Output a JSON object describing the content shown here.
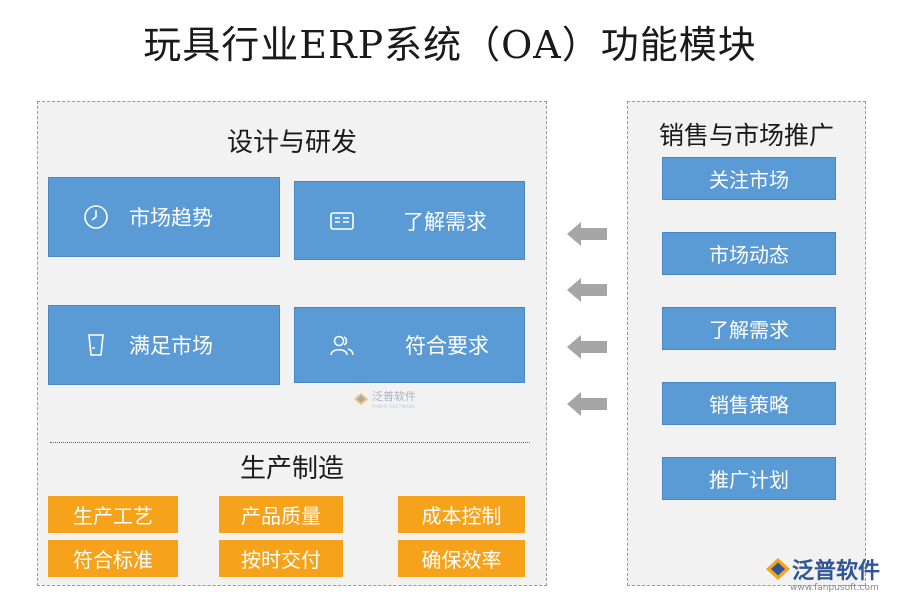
{
  "title": "玩具行业ERP系统（OA）功能模块",
  "design_section": {
    "title": "设计与研发",
    "items": [
      {
        "label": "市场趋势",
        "icon": "clock-icon"
      },
      {
        "label": "了解需求",
        "icon": "card-icon"
      },
      {
        "label": "满足市场",
        "icon": "cup-icon"
      },
      {
        "label": "符合要求",
        "icon": "users-icon"
      }
    ]
  },
  "production_section": {
    "title": "生产制造",
    "items": [
      "生产工艺",
      "产品质量",
      "成本控制",
      "符合标准",
      "按时交付",
      "确保效率"
    ]
  },
  "sales_section": {
    "title": "销售与市场推广",
    "items": [
      "关注市场",
      "市场动态",
      "了解需求",
      "销售策略",
      "推广计划"
    ]
  },
  "watermark": {
    "center_text": "泛普软件",
    "center_sub": "FANPU SOFTWARE",
    "corner_text": "泛普软件",
    "corner_sub": "www.fanpusoft.com"
  },
  "colors": {
    "blue": "#5b9bd5",
    "orange": "#f7a21b",
    "panel": "#f2f2f2",
    "arrow": "#a6a6a6"
  }
}
